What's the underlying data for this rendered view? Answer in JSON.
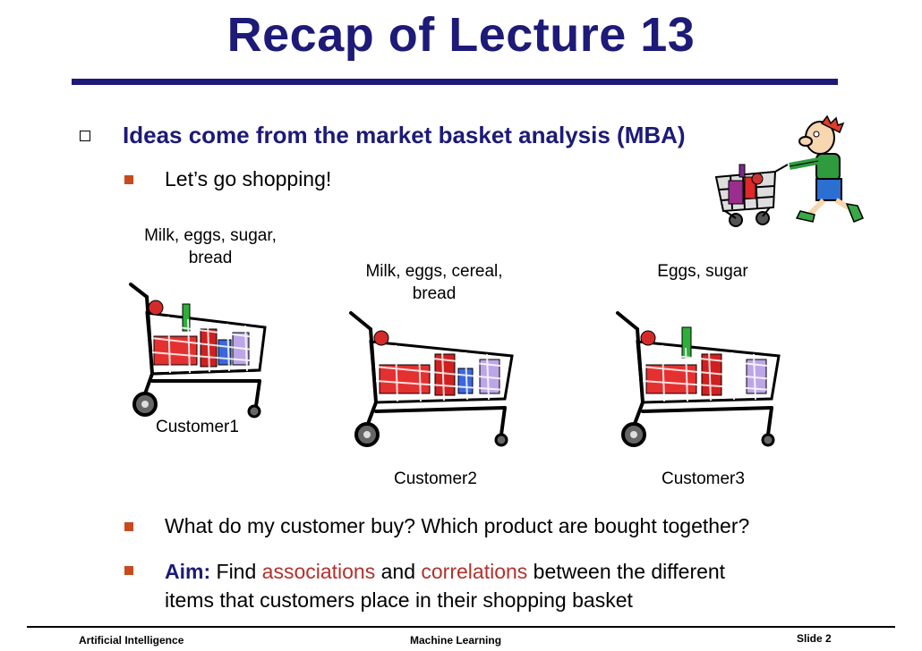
{
  "slide": {
    "title": "Recap of Lecture 13",
    "main_point": "Ideas come from the market basket analysis (MBA)",
    "sub_point_1": "Let’s go shopping!",
    "carts": [
      {
        "items": "Milk, eggs, sugar,\nbread",
        "label": "Customer1"
      },
      {
        "items": "Milk, eggs, cereal,\nbread",
        "label": "Customer2"
      },
      {
        "items": "Eggs, sugar",
        "label": "Customer3"
      }
    ],
    "sub_point_2": "What do my customer buy? Which product are bought together?",
    "aim": {
      "label": "Aim:",
      "text_1": " Find ",
      "kw_1": "associations",
      "text_2": " and ",
      "kw_2": "correlations",
      "text_3": " between the different",
      "line_2": "items that customers place in their shopping basket"
    }
  },
  "footer": {
    "left": "Artificial Intelligence",
    "center": "Machine Learning",
    "right": "Slide 2"
  },
  "colors": {
    "title": "#1d1a78",
    "bullet": "#c84a1e",
    "keyword": "#b3312b"
  },
  "icons": [
    "hollow-square-bullet",
    "square-bullet",
    "shopping-cart-illustration",
    "shopper-cartoon-illustration"
  ]
}
